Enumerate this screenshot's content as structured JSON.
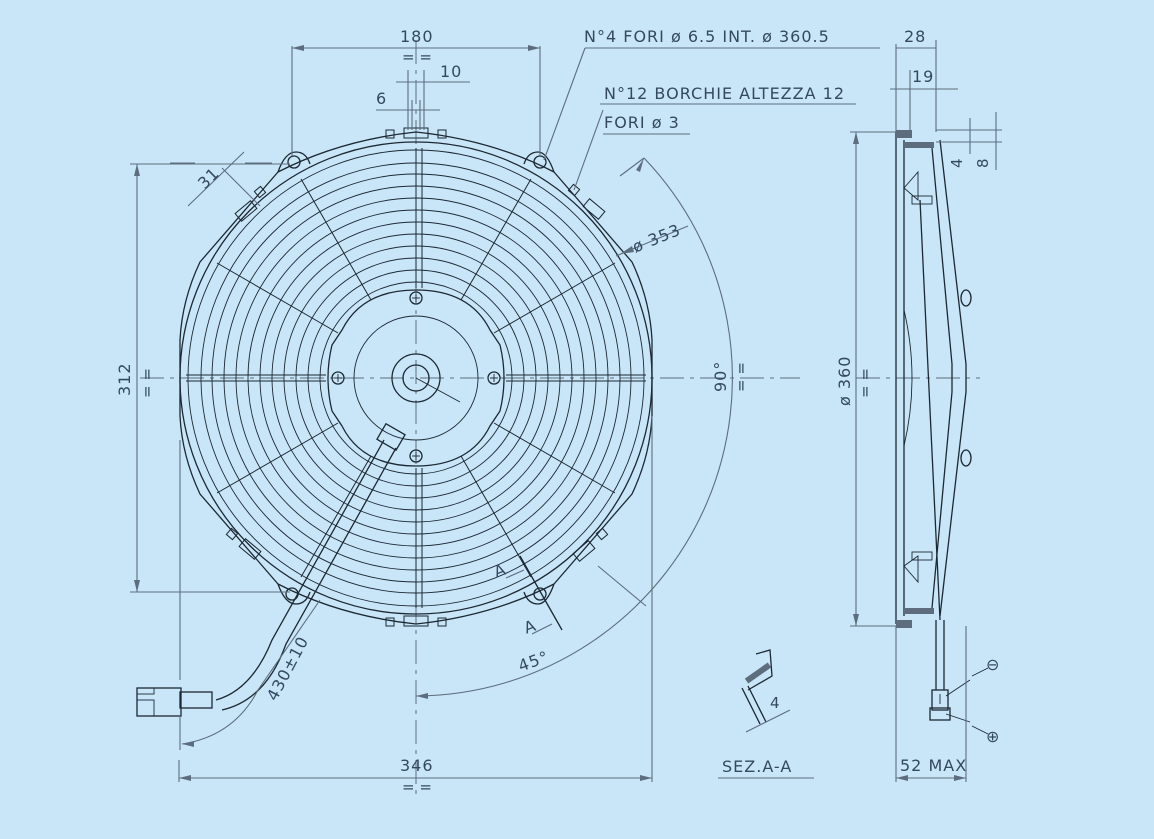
{
  "drawing": {
    "type": "technical-drawing",
    "subject": "axial fan with grille",
    "background_color": "#c9e6f8",
    "line_color": "#1c2833",
    "dimension_color": "#5d6d7e"
  },
  "front_view": {
    "dimensions": {
      "top_width": "180",
      "slot_outer": "10",
      "slot_inner": "6",
      "mount_tab": "31",
      "height_left": "312",
      "diameter_353": "ø 353",
      "angle_90": "90°",
      "angle_45": "45°",
      "bottom_width": "346",
      "cable_length": "430±10"
    },
    "notes": {
      "holes": "N°4 FORI ø 6.5 INT. ø 360.5",
      "studs": "N°12 BORCHIE ALTEZZA 12",
      "stud_holes": "FORI ø 3"
    },
    "section_markers": [
      "A",
      "A"
    ]
  },
  "side_view": {
    "dimensions": {
      "depth_28": "28",
      "depth_19": "19",
      "dim_4": "4",
      "dim_8": "8",
      "diameter_360": "ø 360",
      "max_depth": "52 MAX"
    },
    "polarity": {
      "negative": "⊖",
      "positive": "⊕"
    }
  },
  "section_aa": {
    "label": "SEZ.A-A",
    "dimension": "4"
  }
}
